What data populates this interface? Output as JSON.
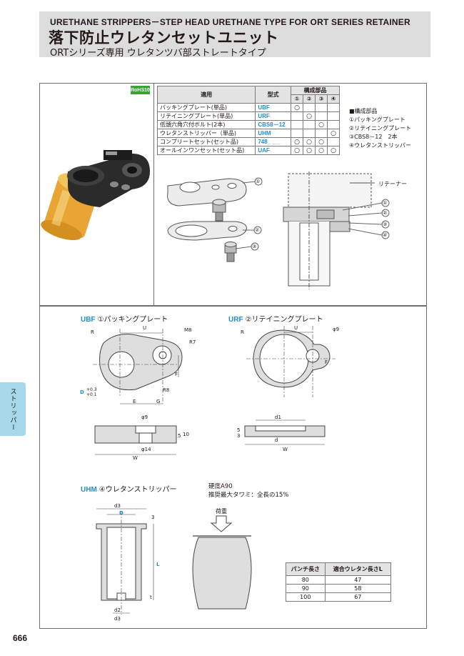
{
  "header": {
    "en_title": "URETHANE STRIPPERS－STEP HEAD URETHANE TYPE  FOR ORT SERIES RETAINER",
    "jp_title": "落下防止ウレタンセットユニット",
    "jp_subtitle": "ORTシリーズ専用 ウレタンツバ部ストレートタイプ"
  },
  "rohs": "RoHS10",
  "spec_table": {
    "h_app": "適用",
    "h_model": "型式",
    "h_parts": "構成部品",
    "h_nums": [
      "①",
      "②",
      "③",
      "④"
    ],
    "rows": [
      {
        "app": "パッキングプレート(単品)",
        "model": "UBF",
        "marks": [
          "○",
          "",
          "",
          ""
        ]
      },
      {
        "app": "リテイニングプレート(単品)",
        "model": "URF",
        "marks": [
          "",
          "○",
          "",
          ""
        ]
      },
      {
        "app": "低頭六角穴付ボルト(2本)",
        "model": "CBS8－12",
        "marks": [
          "",
          "",
          "○",
          ""
        ]
      },
      {
        "app": "ウレタンストリッパー（単品)",
        "model": "UHM",
        "marks": [
          "",
          "",
          "",
          "○"
        ]
      },
      {
        "app": "コンプリートセット(セット品)",
        "model": "748_ _ _",
        "marks": [
          "○",
          "○",
          "○",
          ""
        ]
      },
      {
        "app": "オールインワンセット(セット品)",
        "model": "UAF",
        "marks": [
          "○",
          "○",
          "○",
          "○"
        ]
      }
    ]
  },
  "components": {
    "title": "■構成部品",
    "items": [
      "①パッキングプレート",
      "②リテイニングプレート",
      "③CBS8－12　2本",
      "④ウレタンストリッパー"
    ]
  },
  "assembly": {
    "retainer_label": "リテーナー",
    "callouts": [
      "①",
      "②",
      "③",
      "④"
    ]
  },
  "ubf": {
    "code": "UBF",
    "title": "①パッキングプレート",
    "dims": {
      "U": "U",
      "M8": "M8",
      "R": "R",
      "R7": "R7",
      "F": "F",
      "R8": "R8",
      "D": "D",
      "tol_plus": "+0.3",
      "tol_plus2": "+0.1",
      "E": "E",
      "G": "G",
      "phi9": "φ9",
      "phi14": "φ14",
      "five": "5",
      "ten": "10",
      "W": "W"
    }
  },
  "urf": {
    "code": "URF",
    "title": "②リテイニングプレート",
    "dims": {
      "R": "R",
      "U": "U",
      "phi9": "φ9",
      "F": "F",
      "d1": "d1",
      "d": "d",
      "five": "5",
      "three": "3",
      "W": "W"
    }
  },
  "uhm": {
    "code": "UHM",
    "title": "④ウレタンストリッパー",
    "dims": {
      "d3": "d3",
      "D": "D",
      "three": "3",
      "L": "L",
      "t": "t",
      "d2": "d2",
      "d4": "d3"
    },
    "load_label": "荷重"
  },
  "notes": [
    "硬度A90",
    "推奨最大タワミ：全長の15%"
  ],
  "punch_table": {
    "headers": [
      "パンチ長さ",
      "適合ウレタン長さL"
    ],
    "rows": [
      [
        "80",
        "47"
      ],
      [
        "90",
        "58"
      ],
      [
        "100",
        "67"
      ]
    ]
  },
  "side_tab": "ストリッパー",
  "page_number": "666",
  "colors": {
    "accent_blue": "#1f8fd0",
    "rohs_green": "#3aa335",
    "urethane_amber": "#e9a533",
    "header_gray": "#dcdcdc",
    "tab_blue": "#a7d8ea"
  }
}
